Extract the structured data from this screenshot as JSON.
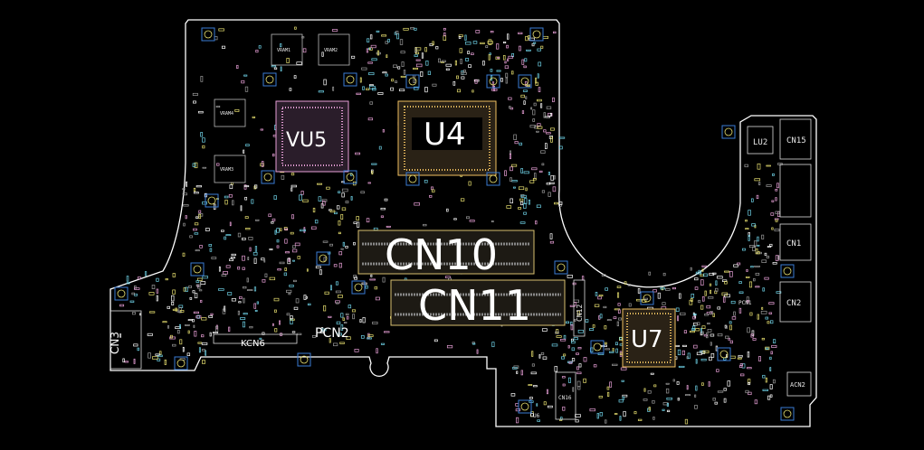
{
  "labels": {
    "vu5": "VU5",
    "u4": "U4",
    "cn10": "CN10",
    "cn11": "CN11",
    "u7": "U7",
    "pcn2": "PCN2",
    "kcn6": "KCN6",
    "cn3": "CN3",
    "cn12": "CN12",
    "lu2": "LU2",
    "cn15": "CN15",
    "cn1": "CN1",
    "cn2": "CN2",
    "pcn1": "PCN1",
    "acn2": "ACN2",
    "cn16": "CN16",
    "u6": "U6",
    "vram4": "VRAM4",
    "vram3": "VRAM3",
    "vram1": "VRAM1",
    "vram2": "VRAM2"
  },
  "colors": {
    "background": "#000000",
    "outline": "#ffffff",
    "mounting_hole": "#3a7bd5",
    "component_pink": "#e8a0d8",
    "component_cyan": "#6fd3e8",
    "component_yellow": "#e8e070",
    "pad_gray": "#9a9a9a"
  }
}
